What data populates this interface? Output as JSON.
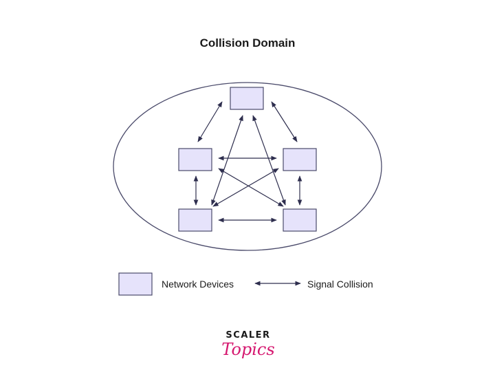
{
  "diagram": {
    "title": "Collision Domain",
    "device_fill": "#e6e3fb",
    "device_stroke": "#4a4a6a",
    "arrow_color": "#2e2e4e",
    "boundary_stroke": "#4a4a6a",
    "nodes": [
      {
        "id": "top",
        "label": ""
      },
      {
        "id": "mid-left",
        "label": ""
      },
      {
        "id": "mid-right",
        "label": ""
      },
      {
        "id": "bottom-left",
        "label": ""
      },
      {
        "id": "bottom-right",
        "label": ""
      }
    ],
    "edges": [
      {
        "from": "top",
        "to": "mid-left",
        "type": "bidirectional"
      },
      {
        "from": "top",
        "to": "mid-right",
        "type": "bidirectional"
      },
      {
        "from": "top",
        "to": "bottom-left",
        "type": "bidirectional"
      },
      {
        "from": "top",
        "to": "bottom-right",
        "type": "bidirectional"
      },
      {
        "from": "mid-left",
        "to": "mid-right",
        "type": "bidirectional"
      },
      {
        "from": "mid-left",
        "to": "bottom-left",
        "type": "bidirectional"
      },
      {
        "from": "mid-left",
        "to": "bottom-right",
        "type": "bidirectional"
      },
      {
        "from": "mid-right",
        "to": "bottom-left",
        "type": "bidirectional"
      },
      {
        "from": "mid-right",
        "to": "bottom-right",
        "type": "bidirectional"
      },
      {
        "from": "bottom-left",
        "to": "bottom-right",
        "type": "bidirectional"
      }
    ]
  },
  "legend": {
    "devices_label": "Network Devices",
    "collision_label": "Signal Collision"
  },
  "brand": {
    "top": "SCALER",
    "bottom": "Topics",
    "accent_color": "#d5176f"
  }
}
